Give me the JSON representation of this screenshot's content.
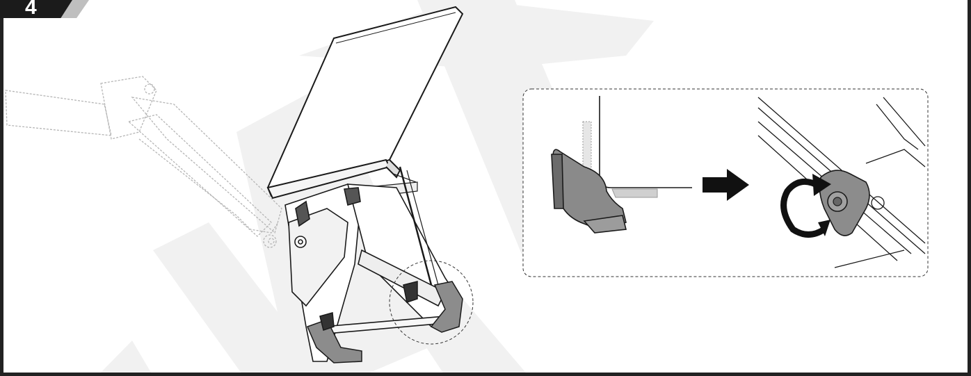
{
  "step": {
    "number": "4",
    "badge_color": "#1b1b1b",
    "accent_color": "#bfbfbf"
  },
  "illustration": {
    "main": "laptop-on-monitor-arm-tray",
    "detail_left": "corner-clamp-pad",
    "detail_arrow": "right-arrow-icon",
    "detail_right": "rotate-knob-clockwise"
  }
}
